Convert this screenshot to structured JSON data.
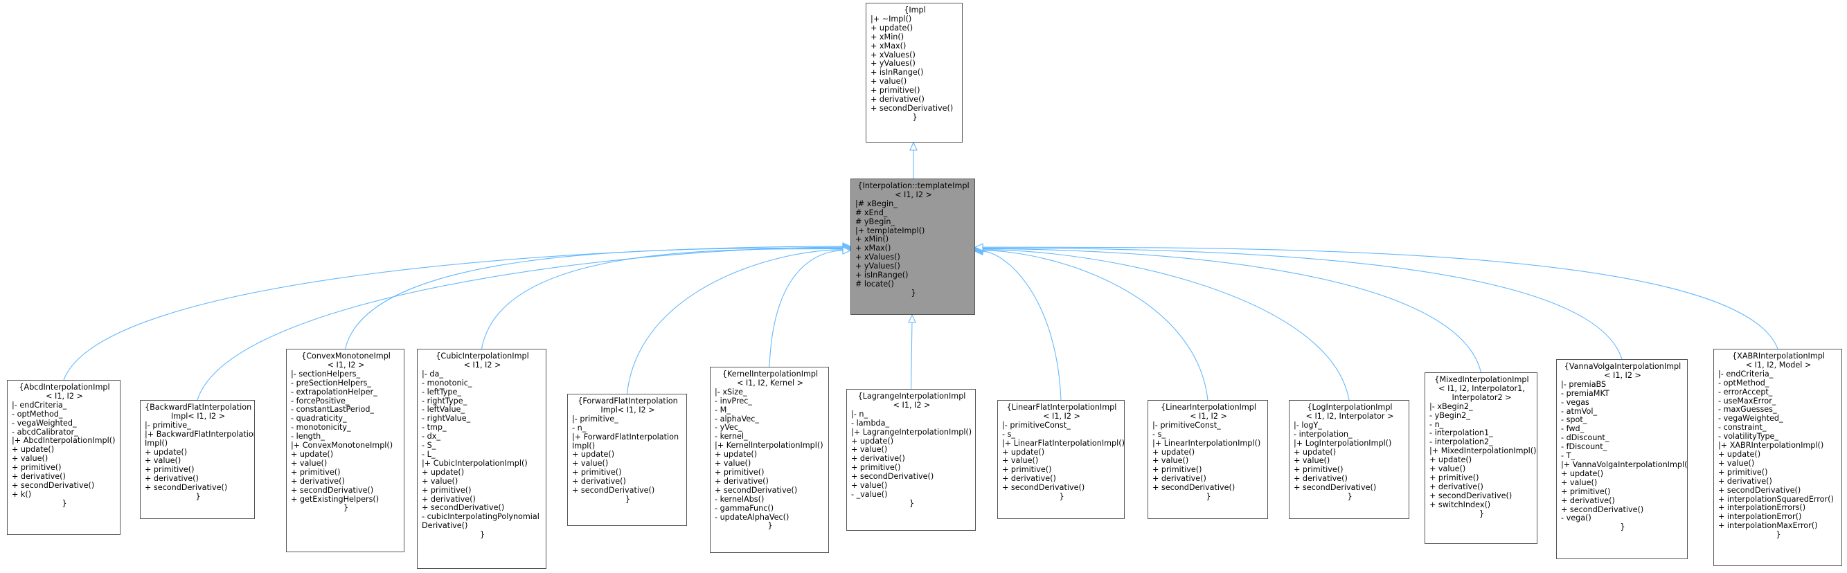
{
  "diagram": {
    "root": {
      "title": [
        "{Impl",
        "|+ ~Impl()",
        "+ update()",
        "+ xMin()",
        "+ xMax()",
        "+ xValues()",
        "+ yValues()",
        "+ isInRange()",
        "+ value()",
        "+ primitive()",
        "+ derivative()",
        "+ secondDerivative()",
        "}"
      ]
    },
    "base": {
      "lines": [
        "{Interpolation::templateImpl",
        "< I1, I2 >",
        "|# xBegin_",
        "# xEnd_",
        "# yBegin_",
        "|+ templateImpl()",
        "+ xMin()",
        "+ xMax()",
        "+ xValues()",
        "+ yValues()",
        "+ isInRange()",
        "# locate()",
        "}"
      ]
    },
    "classes": [
      {
        "id": "abcd",
        "lines": [
          "{AbcdInterpolationImpl",
          "< I1, I2 >",
          "|- endCriteria_",
          "- optMethod_",
          "- vegaWeighted_",
          "- abcdCalibrator_",
          "|+ AbcdInterpolationImpl()",
          "+ update()",
          "+ value()",
          "+ primitive()",
          "+ derivative()",
          "+ secondDerivative()",
          "+ k()",
          "}"
        ]
      },
      {
        "id": "backwardflat",
        "lines": [
          "{BackwardFlatInterpolation",
          "Impl< I1, I2 >",
          "|- primitive_",
          "|+ BackwardFlatInterpolation",
          "Impl()",
          "+ update()",
          "+ value()",
          "+ primitive()",
          "+ derivative()",
          "+ secondDerivative()",
          "}"
        ]
      },
      {
        "id": "convexmonotone",
        "lines": [
          "{ConvexMonotoneImpl",
          "< I1, I2 >",
          "|- sectionHelpers_",
          "- preSectionHelpers_",
          "- extrapolationHelper_",
          "- forcePositive_",
          "- constantLastPeriod_",
          "- quadraticity_",
          "- monotonicity_",
          "- length_",
          "|+ ConvexMonotoneImpl()",
          "+ update()",
          "+ value()",
          "+ primitive()",
          "+ derivative()",
          "+ secondDerivative()",
          "+ getExistingHelpers()",
          "}"
        ]
      },
      {
        "id": "cubic",
        "lines": [
          "{CubicInterpolationImpl",
          "< I1, I2 >",
          "|- da_",
          "- monotonic_",
          "- leftType_",
          "- rightType_",
          "- leftValue_",
          "- rightValue_",
          "- tmp_",
          "- dx_",
          "- S_",
          "- L_",
          "|+ CubicInterpolationImpl()",
          "+ update()",
          "+ value()",
          "+ primitive()",
          "+ derivative()",
          "+ secondDerivative()",
          "- cubicInterpolatingPolynomial",
          "Derivative()",
          "}"
        ]
      },
      {
        "id": "forwardflat",
        "lines": [
          "{ForwardFlatInterpolation",
          "Impl< I1, I2 >",
          "|- primitive_",
          "- n_",
          "|+ ForwardFlatInterpolation",
          "Impl()",
          "+ update()",
          "+ value()",
          "+ primitive()",
          "+ derivative()",
          "+ secondDerivative()",
          "}"
        ]
      },
      {
        "id": "kernel",
        "lines": [
          "{KernelInterpolationImpl",
          "< I1, I2, Kernel >",
          "|- xSize_",
          "- invPrec_",
          "- M_",
          "- alphaVec_",
          "- yVec_",
          "- kernel_",
          "|+ KernelInterpolationImpl()",
          "+ update()",
          "+ value()",
          "+ primitive()",
          "+ derivative()",
          "+ secondDerivative()",
          "- kernelAbs()",
          "- gammaFunc()",
          "- updateAlphaVec()",
          "}"
        ]
      },
      {
        "id": "lagrange",
        "lines": [
          "{LagrangeInterpolationImpl",
          "< I1, I2 >",
          "|- n_",
          "- lambda_",
          "|+ LagrangeInterpolationImpl()",
          "+ update()",
          "+ value()",
          "+ derivative()",
          "+ primitive()",
          "+ secondDerivative()",
          "+ value()",
          "- _value()",
          "}"
        ]
      },
      {
        "id": "linearflat",
        "lines": [
          "{LinearFlatInterpolationImpl",
          "< I1, I2 >",
          "|- primitiveConst_",
          "- s_",
          "|+ LinearFlatInterpolationImpl()",
          "+ update()",
          "+ value()",
          "+ primitive()",
          "+ derivative()",
          "+ secondDerivative()",
          "}"
        ]
      },
      {
        "id": "linear",
        "lines": [
          "{LinearInterpolationImpl",
          "< I1, I2 >",
          "|- primitiveConst_",
          "- s_",
          "|+ LinearInterpolationImpl()",
          "+ update()",
          "+ value()",
          "+ primitive()",
          "+ derivative()",
          "+ secondDerivative()",
          "}"
        ]
      },
      {
        "id": "log",
        "lines": [
          "{LogInterpolationImpl",
          "< I1, I2, Interpolator >",
          "|- logY_",
          "- interpolation_",
          "|+ LogInterpolationImpl()",
          "+ update()",
          "+ value()",
          "+ primitive()",
          "+ derivative()",
          "+ secondDerivative()",
          "}"
        ]
      },
      {
        "id": "mixed",
        "lines": [
          "{MixedInterpolationImpl",
          "< I1, I2, Interpolator1,",
          "Interpolator2 >",
          "|- xBegin2_",
          "- yBegin2_",
          "- n_",
          "- interpolation1_",
          "- interpolation2_",
          "|+ MixedInterpolationImpl()",
          "+ update()",
          "+ value()",
          "+ primitive()",
          "+ derivative()",
          "+ secondDerivative()",
          "+ switchIndex()",
          "}"
        ]
      },
      {
        "id": "vannavolga",
        "lines": [
          "{VannaVolgaInterpolationImpl",
          "< I1, I2 >",
          "|- premiaBS",
          "- premiaMKT",
          "- vegas",
          "- atmVol_",
          "- spot_",
          "- fwd_",
          "- dDiscount_",
          "- fDiscount_",
          "- T_",
          "|+ VannaVolgaInterpolationImpl()",
          "+ update()",
          "+ value()",
          "+ primitive()",
          "+ derivative()",
          "+ secondDerivative()",
          "- vega()",
          "}"
        ]
      },
      {
        "id": "xabr",
        "lines": [
          "{XABRInterpolationImpl",
          "< I1, I2, Model >",
          "|- endCriteria_",
          "- optMethod_",
          "- errorAccept_",
          "- useMaxError_",
          "- maxGuesses_",
          "- vegaWeighted_",
          "- constraint_",
          "- volatilityType_",
          "|+ XABRInterpolationImpl()",
          "+ update()",
          "+ value()",
          "+ primitive()",
          "+ derivative()",
          "+ secondDerivative()",
          "+ interpolationSquaredError()",
          "+ interpolationErrors()",
          "+ interpolationError()",
          "+ interpolationMaxError()",
          "}"
        ]
      }
    ],
    "colors": {
      "edge": "#63b8ff",
      "base_fill": "#999999",
      "border": "#555555"
    }
  }
}
